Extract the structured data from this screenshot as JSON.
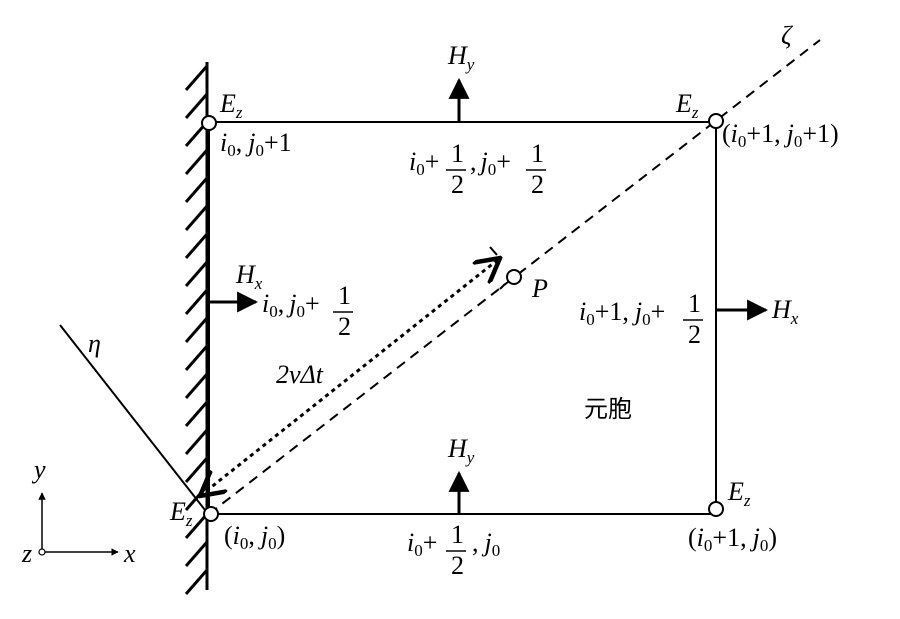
{
  "diagram": {
    "zeta_label": "ζ",
    "eta_label": "η",
    "p_label": "P",
    "cell_label": "元胞",
    "distance_label": "2vΔt",
    "axis": {
      "x": "x",
      "y": "y",
      "z": "z"
    },
    "field": {
      "Ez": {
        "main": "E",
        "sub": "z"
      },
      "Hy": {
        "main": "H",
        "sub": "y"
      },
      "Hx": {
        "main": "H",
        "sub": "x"
      }
    },
    "index": {
      "i": "i",
      "j": "j",
      "zero": "0",
      "one": "1",
      "half_num": "1",
      "half_den": "2",
      "plus": "+",
      "comma": ",",
      "lparen": "(",
      "rparen": ")"
    }
  }
}
